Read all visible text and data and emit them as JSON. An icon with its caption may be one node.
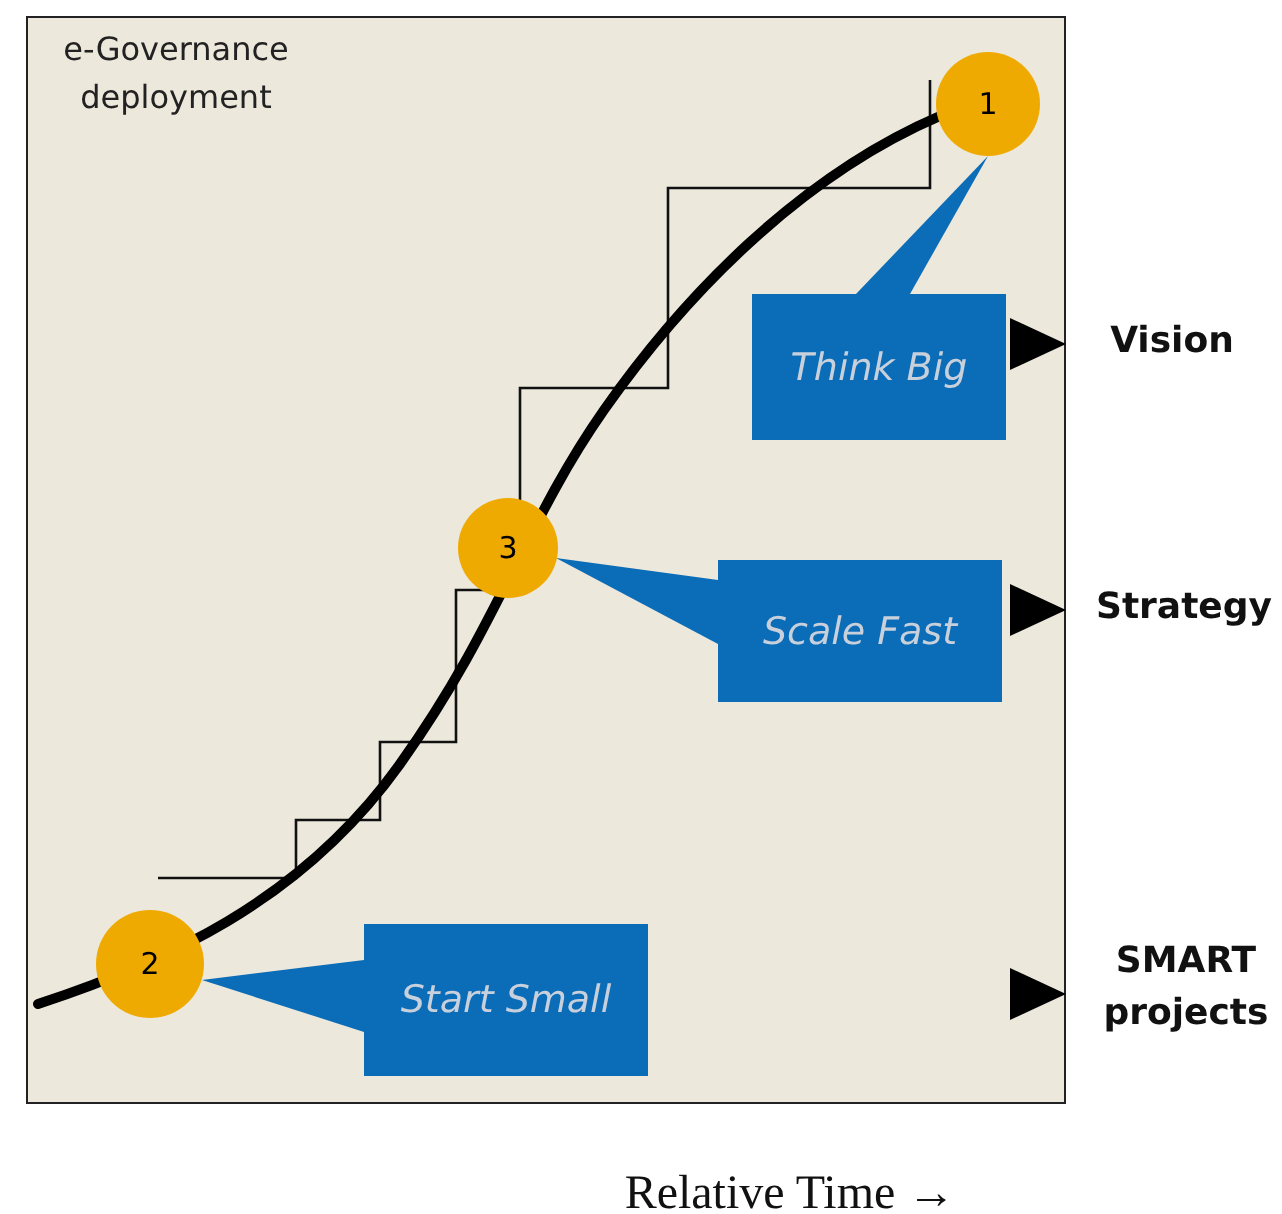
{
  "diagram": {
    "nodes": [
      {
        "text": [
          "e-Governance deployment"
        ]
      },
      {
        "text": [
          "1"
        ],
        "in": 0
      },
      {
        "text": [
          "Think Big"
        ],
        "in": 0
      },
      {
        "text": [
          "3"
        ],
        "in": 0
      },
      {
        "text": [
          "Scale Fast"
        ],
        "in": 0
      },
      {
        "text": [
          "2"
        ],
        "in": 0
      },
      {
        "text": [
          "Start Small"
        ],
        "in": 0
      }
    ],
    "edges": [
      {
        "from": 2,
        "to": 1,
        "arrow": "none"
      },
      {
        "from": 4,
        "to": 3,
        "arrow": "none"
      },
      {
        "from": 6,
        "to": 5,
        "arrow": "none"
      }
    ],
    "labels": [
      "Vision",
      "Strategy",
      "SMART projects",
      "Relative Time →"
    ]
  }
}
